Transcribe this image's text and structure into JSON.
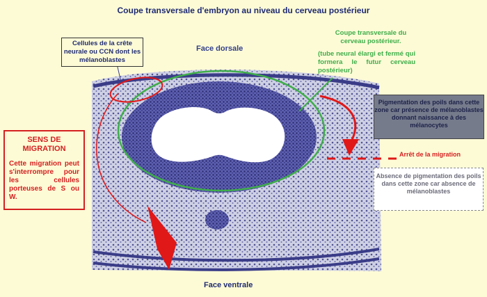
{
  "title": "Coupe transversale d'embryon au niveau du cerveau postérieur",
  "face_dorsale": "Face dorsale",
  "face_ventrale": "Face ventrale",
  "ccn_label": "Cellules de la crête neurale ou CCN dont les mélanoblastes",
  "green_title": "Coupe transversale du cerveau postérieur.",
  "green_desc": "(tube neural élargi et fermé qui formera le futur cerveau postérieur)",
  "sens_title": "SENS DE MIGRATION",
  "sens_text": "Cette migration peut s'interrompre pour les cellules porteuses de S ou W.",
  "pigmentation_text": "Pigmentation des poils dans cette zone car présence de mélanoblastes donnant naissance à des mélanocytes",
  "arret_text": "Arrêt de la migration",
  "absence_text": "Absence de pigmentation des poils dans cette zone car absence de mélanoblastes",
  "colors": {
    "background": "#fdfbd6",
    "tissue": "#9a9ed2",
    "neural_tube": "#3d3f8f",
    "lumen": "#ffffff",
    "green_outline": "#3fae4a",
    "red_arrow": "#e01818",
    "title": "#1f2b72"
  }
}
